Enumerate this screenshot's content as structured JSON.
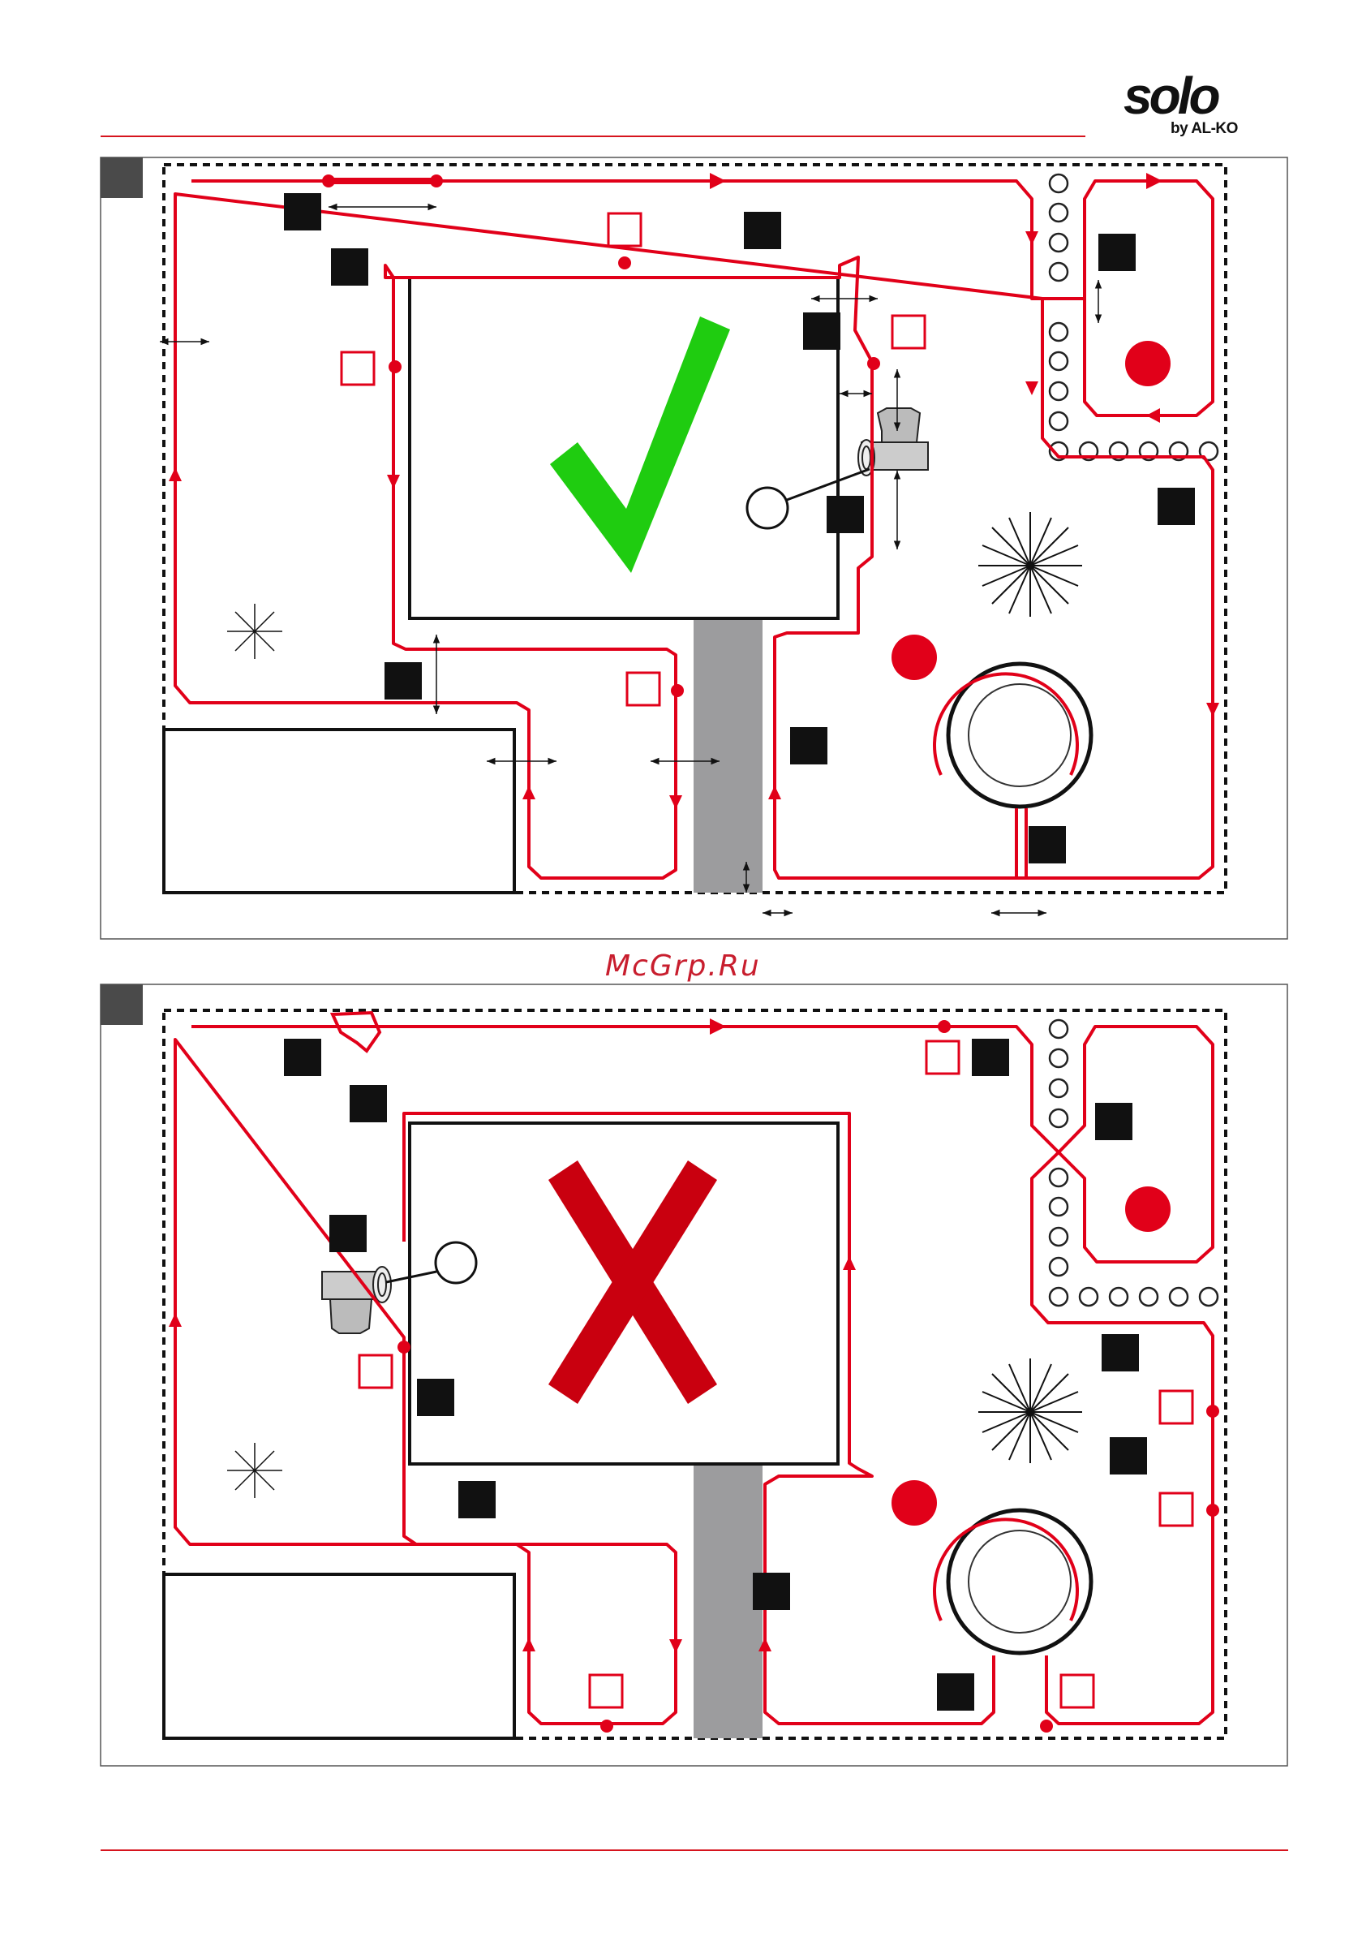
{
  "brand": {
    "name": "solo",
    "tagline": "by AL-KO"
  },
  "watermark": "McGrp.Ru",
  "colors": {
    "wire": "#e10019",
    "accent_rule": "#d6141e",
    "correct": "#1fcc10",
    "incorrect": "#c9000f",
    "marker": "#111111",
    "path": "#9c9c9e"
  },
  "diagram_correct": {
    "verdict_icon": "check-mark"
  },
  "diagram_incorrect": {
    "verdict_icon": "cross-mark"
  }
}
